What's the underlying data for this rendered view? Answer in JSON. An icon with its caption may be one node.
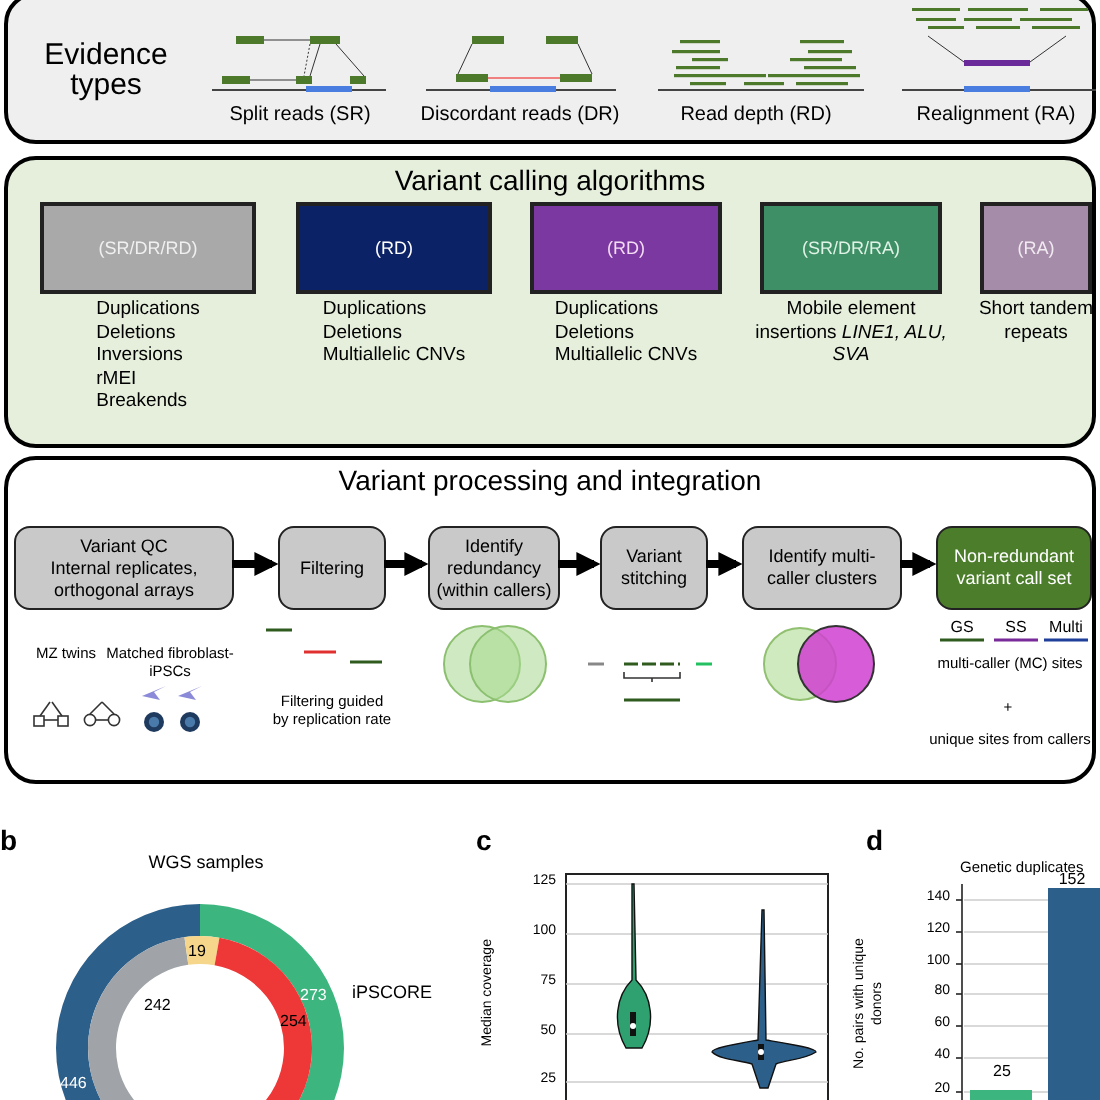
{
  "diagram": {
    "nodes": [
      {
        "text": [
          "Evidence types"
        ]
      },
      {
        "text": [
          "Variant calling algorithms"
        ]
      },
      {
        "text": [
          "(SR/DR/RD)"
        ],
        "in": 1,
        "beside": [
          "Duplications",
          "Deletions",
          "Inversions",
          "rMEI",
          "Breakends"
        ]
      },
      {
        "text": [
          "(RD)"
        ],
        "in": 1,
        "beside": [
          "Duplications",
          "Deletions",
          "Multiallelic CNVs"
        ]
      },
      {
        "text": [
          "(RD)"
        ],
        "in": 1,
        "beside": [
          "Duplications",
          "Deletions",
          "Multiallelic CNVs"
        ]
      },
      {
        "text": [
          "(SR/DR/RA)"
        ],
        "in": 1,
        "beside": [
          "Mobile element insertions *LINE1, ALU, SVA*"
        ]
      },
      {
        "text": [
          "(RA)"
        ],
        "in": 1,
        "beside": [
          "Short tandem repeats"
        ]
      },
      {
        "text": [
          "Variant processing and integration"
        ]
      },
      {
        "text": [
          "Variant QC",
          "Internal replicates, orthogonal arrays"
        ],
        "in": 7
      },
      {
        "text": [
          "Filtering"
        ],
        "in": 7
      },
      {
        "text": [
          "Identify redundancy (within callers)"
        ],
        "in": 7
      },
      {
        "text": [
          "Variant stitching"
        ],
        "in": 7
      },
      {
        "text": [
          "Identify multi-caller clusters"
        ],
        "in": 7
      },
      {
        "text": [
          "Non-redundant variant call set"
        ],
        "in": 7
      }
    ],
    "edges": [
      {
        "from": 8,
        "to": 9,
        "arrow": "to"
      },
      {
        "from": 9,
        "to": 10,
        "arrow": "to"
      },
      {
        "from": 10,
        "to": 11,
        "arrow": "to"
      },
      {
        "from": 11,
        "to": 12,
        "arrow": "to"
      },
      {
        "from": 12,
        "to": 13,
        "arrow": "to"
      }
    ],
    "labels": [
      "Split reads (SR)",
      "Discordant reads (DR)",
      "Read depth (RD)",
      "Realignment (RA)",
      "MZ twins",
      "Matched fibroblast-iPSCs",
      "Filtering guided by replication rate",
      "multi-caller (MC) sites",
      "+",
      "unique sites from callers",
      "b",
      "WGS samples",
      "19",
      "242",
      "273",
      "254",
      "iPSCORE",
      "446",
      "c",
      "125",
      "100",
      "75",
      "50",
      "25",
      "Median coverage",
      "d",
      "Genetic duplicates",
      "152",
      "140",
      "120",
      "100",
      "80",
      "60",
      "40",
      "20",
      "No. pairs with unique donors",
      "25"
    ],
    "legend": [
      {
        "text": "GS"
      },
      {
        "text": "SS"
      },
      {
        "text": "Multi"
      }
    ]
  }
}
